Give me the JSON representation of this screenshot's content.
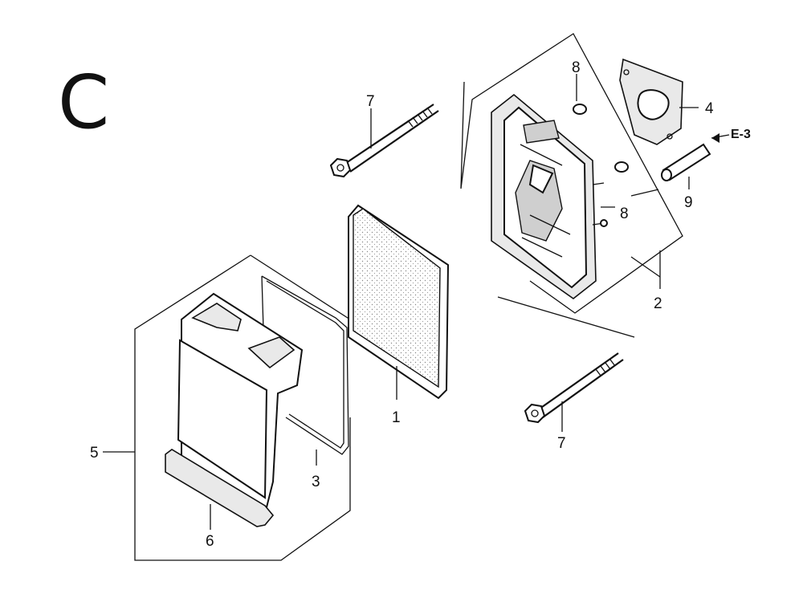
{
  "section_letter": "C",
  "callouts": {
    "p7a": "7",
    "p8a": "8",
    "p4": "4",
    "ref": "E-3",
    "p8b": "8",
    "p9": "9",
    "p2": "2",
    "p1": "1",
    "p7b": "7",
    "p5": "5",
    "p3": "3",
    "p6": "6"
  }
}
